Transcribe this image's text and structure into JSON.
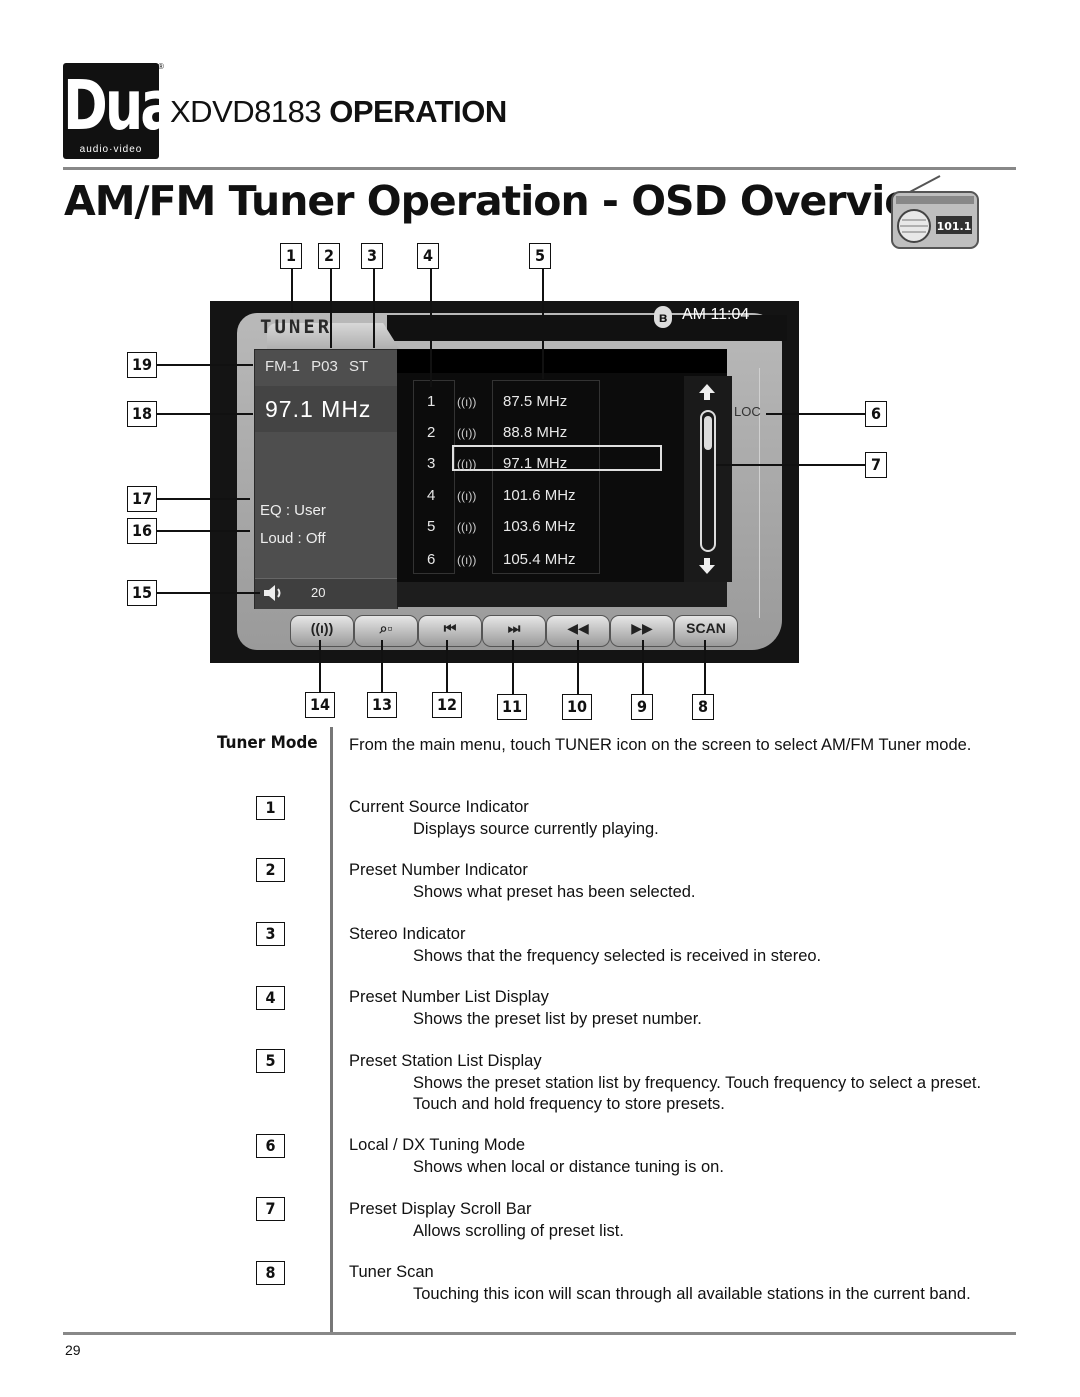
{
  "header": {
    "logo_word": "Dual",
    "logo_sub": "audio·video",
    "logo_reg": "®",
    "model": "XDVD8183",
    "section": "OPERATION"
  },
  "page_title": "AM/FM Tuner Operation - OSD Overview",
  "radio_display": "101.1",
  "callouts": [
    "1",
    "2",
    "3",
    "4",
    "5",
    "6",
    "7",
    "8",
    "9",
    "10",
    "11",
    "12",
    "13",
    "14",
    "15",
    "16",
    "17",
    "18",
    "19"
  ],
  "screen": {
    "logo": "TUNER",
    "bluetooth_glyph": "ʙ",
    "clock": "AM 11:04",
    "band": "FM-1",
    "preset": "P03",
    "stereo": "ST",
    "frequency": "97.1  MHz",
    "eq": "EQ    : User",
    "loud": "Loud : Off",
    "volume": "20",
    "loc": "LOC",
    "presets": [
      {
        "num": "1",
        "freq": "87.5 MHz"
      },
      {
        "num": "2",
        "freq": "88.8 MHz"
      },
      {
        "num": "3",
        "freq": "97.1 MHz"
      },
      {
        "num": "4",
        "freq": "101.6 MHz"
      },
      {
        "num": "5",
        "freq": "103.6 MHz"
      },
      {
        "num": "6",
        "freq": "105.4 MHz"
      }
    ],
    "preset_icon": "((ı))",
    "buttons": [
      "((ı))",
      "⌕▫",
      "⏮",
      "⏭",
      "◀◀",
      "▶▶",
      "SCAN"
    ],
    "scroll_position": 0.15
  },
  "tuner_mode": {
    "label": "Tuner Mode",
    "text": "From the main menu, touch TUNER icon on the screen to select AM/FM Tuner mode."
  },
  "items": [
    {
      "num": "1",
      "title": "Current Source Indicator",
      "desc": "Displays source currently playing."
    },
    {
      "num": "2",
      "title": "Preset Number Indicator",
      "desc": "Shows what preset has been selected."
    },
    {
      "num": "3",
      "title": "Stereo Indicator",
      "desc": "Shows that the frequency selected is received in stereo."
    },
    {
      "num": "4",
      "title": "Preset Number List Display",
      "desc": "Shows the preset list by preset number."
    },
    {
      "num": "5",
      "title": "Preset Station List Display",
      "desc": "Shows the preset station list by frequency. Touch frequency to select a preset. Touch and hold frequency to store presets."
    },
    {
      "num": "6",
      "title": "Local / DX Tuning Mode",
      "desc": "Shows when local or distance tuning is on."
    },
    {
      "num": "7",
      "title": "Preset Display Scroll Bar",
      "desc": "Allows scrolling of preset list."
    },
    {
      "num": "8",
      "title": "Tuner Scan",
      "desc": "Touching this icon will scan through all available stations in the current band."
    }
  ],
  "page_number": "29"
}
